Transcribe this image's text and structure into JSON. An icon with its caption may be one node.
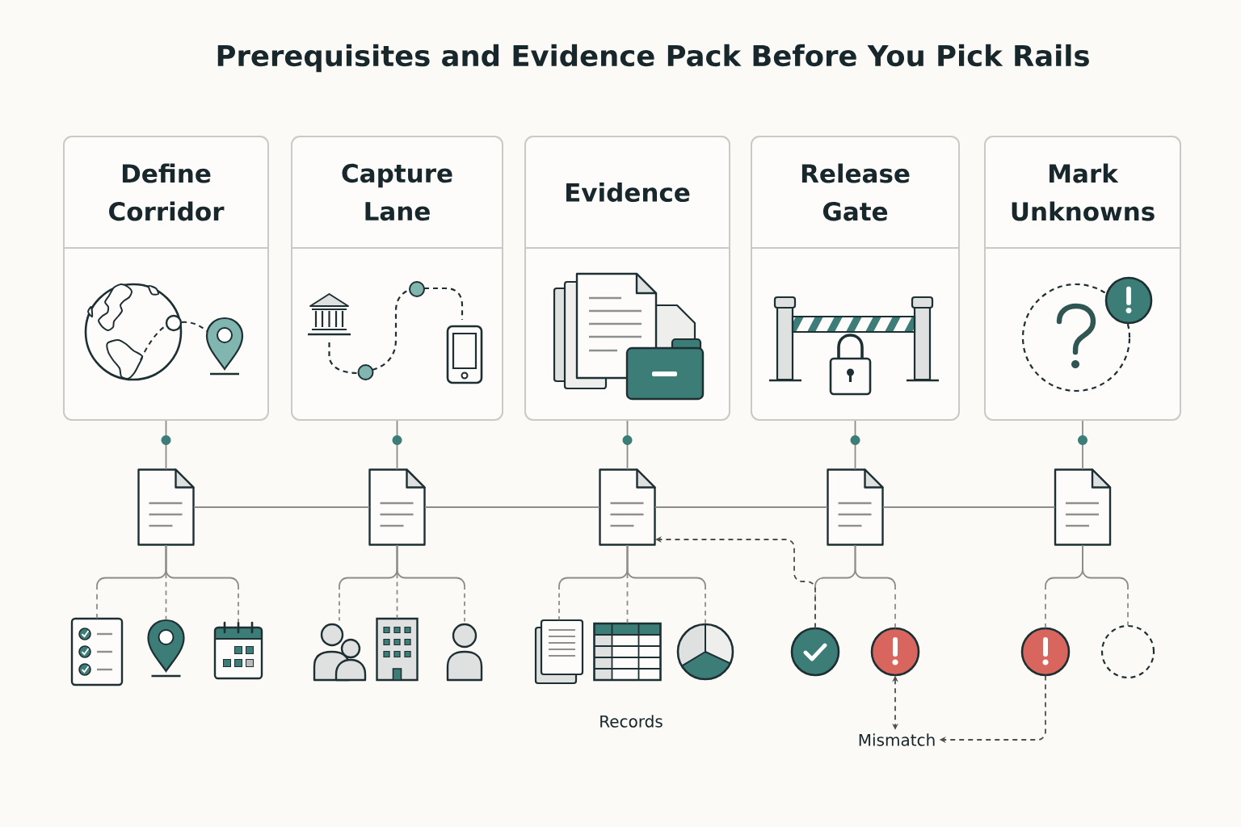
{
  "diagram": {
    "title": "Prerequisites and Evidence Pack Before You Pick Rails",
    "nodes": [
      {
        "text": [
          "Define Corridor"
        ]
      },
      {
        "text": [
          "Capture Lane"
        ]
      },
      {
        "text": [
          "Evidence"
        ]
      },
      {
        "text": [
          "Release Gate"
        ]
      },
      {
        "text": [
          "Mark Unknowns"
        ]
      },
      {
        "text": [],
        "shape": "document"
      },
      {
        "text": [],
        "shape": "document"
      },
      {
        "text": [],
        "shape": "document"
      },
      {
        "text": [],
        "shape": "document"
      },
      {
        "text": [],
        "shape": "document"
      },
      {
        "text": [],
        "shape": "picture"
      },
      {
        "text": [],
        "shape": "picture"
      },
      {
        "text": [],
        "shape": "picture"
      },
      {
        "text": [],
        "shape": "person"
      },
      {
        "text": [],
        "shape": "picture"
      },
      {
        "text": [],
        "shape": "person"
      },
      {
        "text": [],
        "shape": "picture"
      },
      {
        "text": [],
        "shape": "picture"
      },
      {
        "text": [],
        "shape": "picture"
      },
      {
        "text": [],
        "shape": "circle"
      },
      {
        "text": [],
        "shape": "circle"
      },
      {
        "text": [],
        "shape": "circle"
      },
      {
        "text": [],
        "shape": "circle"
      },
      {
        "text": [
          "Mismatch"
        ]
      }
    ],
    "edges": [
      {
        "from": 0,
        "to": 5,
        "arrow": "none"
      },
      {
        "from": 1,
        "to": 6,
        "arrow": "none"
      },
      {
        "from": 2,
        "to": 7,
        "arrow": "none"
      },
      {
        "from": 3,
        "to": 8,
        "arrow": "none"
      },
      {
        "from": 4,
        "to": 9,
        "arrow": "none"
      },
      {
        "from": 5,
        "to": 6,
        "arrow": "none"
      },
      {
        "from": 6,
        "to": 7,
        "arrow": "none"
      },
      {
        "from": 7,
        "to": 8,
        "arrow": "none"
      },
      {
        "from": 8,
        "to": 9,
        "arrow": "none"
      },
      {
        "from": 5,
        "to": 10,
        "arrow": "none",
        "style": "dashed"
      },
      {
        "from": 5,
        "to": 11,
        "arrow": "none",
        "style": "dashed"
      },
      {
        "from": 5,
        "to": 12,
        "arrow": "none",
        "style": "dashed"
      },
      {
        "from": 6,
        "to": 13,
        "arrow": "none",
        "style": "dashed"
      },
      {
        "from": 6,
        "to": 14,
        "arrow": "none",
        "style": "dashed"
      },
      {
        "from": 6,
        "to": 15,
        "arrow": "none",
        "style": "dashed"
      },
      {
        "from": 7,
        "to": 16,
        "arrow": "none",
        "style": "dashed"
      },
      {
        "from": 7,
        "to": 17,
        "arrow": "none",
        "style": "dashed"
      },
      {
        "from": 7,
        "to": 18,
        "arrow": "none",
        "style": "dashed"
      },
      {
        "from": 8,
        "to": 19,
        "arrow": "none",
        "style": "dashed"
      },
      {
        "from": 8,
        "to": 20,
        "arrow": "none",
        "style": "dashed"
      },
      {
        "from": 9,
        "to": 21,
        "arrow": "none",
        "style": "dashed"
      },
      {
        "from": 9,
        "to": 22,
        "arrow": "none",
        "style": "dashed"
      },
      {
        "from": 19,
        "to": 7,
        "arrow": "to",
        "style": "dashed",
        "color": "#4d4d4d"
      },
      {
        "from": 20,
        "to": 23,
        "arrow": "both",
        "style": "dashed",
        "color": "#4d4d4d"
      },
      {
        "from": 21,
        "to": 23,
        "arrow": "to",
        "style": "dashed",
        "color": "#4d4d4d"
      }
    ],
    "labels": [
      "Records"
    ]
  }
}
